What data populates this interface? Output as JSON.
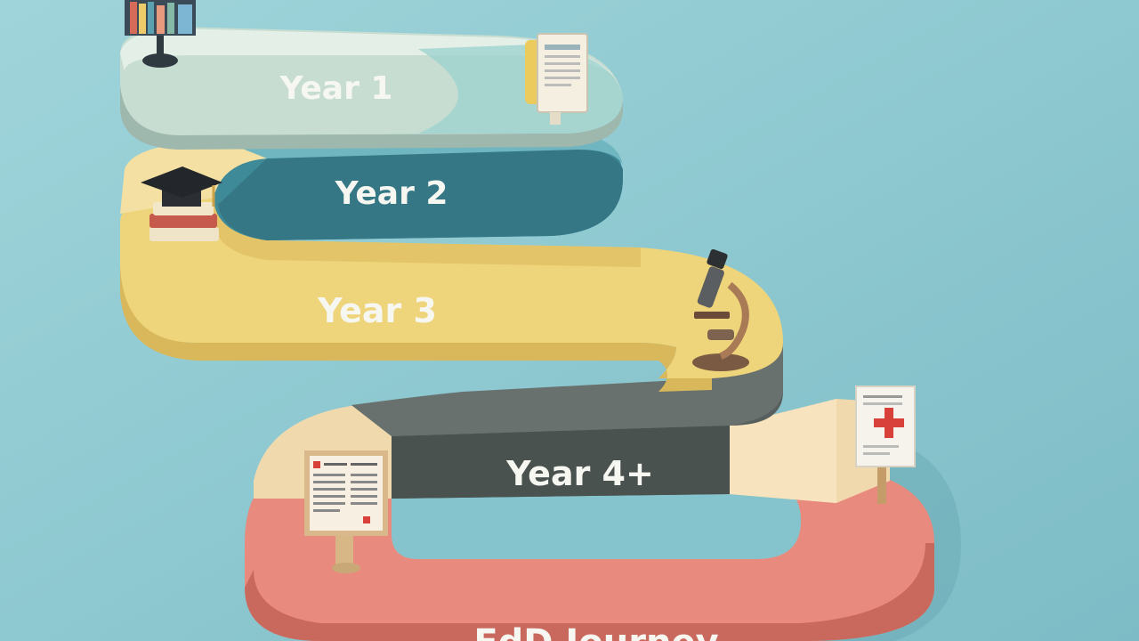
{
  "labels": {
    "year1": "Year 1",
    "year2": "Year 2",
    "year3": "Year 3",
    "year4": "Year 4+",
    "final": "EdD Journey"
  },
  "colors": {
    "background": "#8ecbd3",
    "year1_band": "#c7ddd2",
    "year2_band": "#3f8a99",
    "year3_band": "#eed47a",
    "year4_band": "#565f5d",
    "final_band": "#e98a7e",
    "accent_cream": "#f1d9ae"
  },
  "icons": [
    "bookshelf-icon",
    "document-stand-icon",
    "graduation-cap-icon",
    "microscope-icon",
    "medical-sign-icon",
    "notice-board-icon"
  ]
}
